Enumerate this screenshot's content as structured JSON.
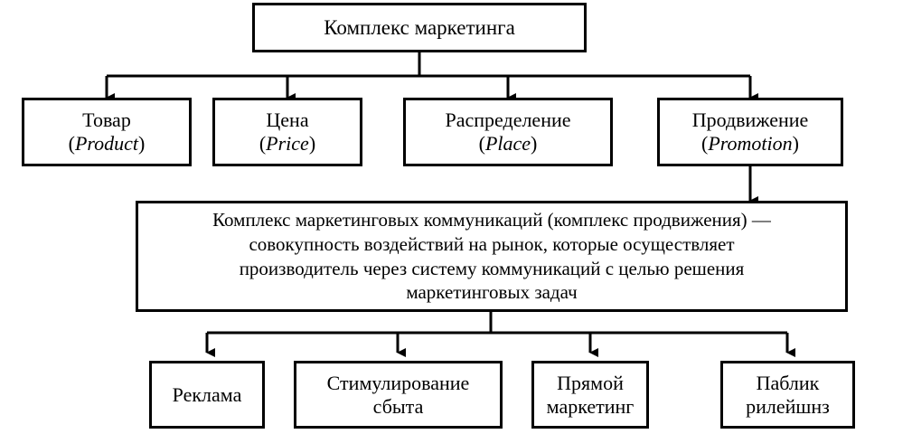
{
  "root": {
    "label": "Комплекс маркетинга"
  },
  "mix": [
    {
      "line1": "Товар",
      "line2_word": "Product"
    },
    {
      "line1": "Цена",
      "line2_word": "Price"
    },
    {
      "line1": "Распределение",
      "line2_word": "Place"
    },
    {
      "line1": "Продвижение",
      "line2_word": "Promotion"
    }
  ],
  "definition": {
    "lines": [
      "Комплекс маркетинговых коммуникаций (комплекс продвижения) —",
      "совокупность воздействий на рынок, которые осуществляет",
      "производитель через систему коммуникаций с целью решения",
      "маркетинговых задач"
    ]
  },
  "tools": [
    {
      "lines": [
        "Реклама"
      ]
    },
    {
      "lines": [
        "Стимулирование",
        "сбыта"
      ]
    },
    {
      "lines": [
        "Прямой",
        "маркетинг"
      ]
    },
    {
      "lines": [
        "Паблик",
        "рилейшнз"
      ]
    }
  ],
  "colors": {
    "line": "#000000",
    "background": "#ffffff"
  }
}
